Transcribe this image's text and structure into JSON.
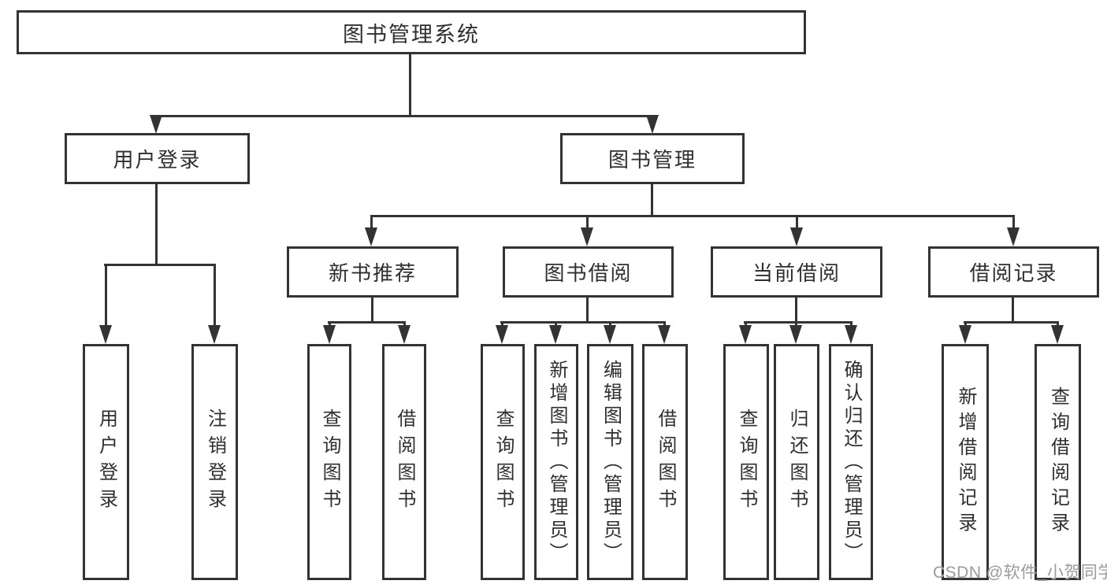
{
  "diagram": {
    "tree": {
      "root": {
        "label": "图书管理系统"
      },
      "children": [
        {
          "label": "用户登录",
          "children": [
            {
              "label": "用户登录"
            },
            {
              "label": "注销登录"
            }
          ]
        },
        {
          "label": "图书管理",
          "children": [
            {
              "label": "新书推荐",
              "children": [
                {
                  "label": "查询图书"
                },
                {
                  "label": "借阅图书"
                }
              ]
            },
            {
              "label": "图书借阅",
              "children": [
                {
                  "label": "查询图书"
                },
                {
                  "label": "新增图书（管理员）"
                },
                {
                  "label": "编辑图书（管理员）"
                },
                {
                  "label": "借阅图书"
                }
              ]
            },
            {
              "label": "当前借阅",
              "children": [
                {
                  "label": "查询图书"
                },
                {
                  "label": "归还图书"
                },
                {
                  "label": "确认归还（管理员）"
                }
              ]
            },
            {
              "label": "借阅记录",
              "children": [
                {
                  "label": "新增借阅记录"
                },
                {
                  "label": "查询借阅记录"
                }
              ]
            }
          ]
        }
      ]
    },
    "watermark": "CSDN @软件_小贺同学",
    "colors": {
      "line": "#333333",
      "text": "#2f2f2f",
      "background": "#ffffff",
      "watermark": "#9b9b9b"
    }
  }
}
